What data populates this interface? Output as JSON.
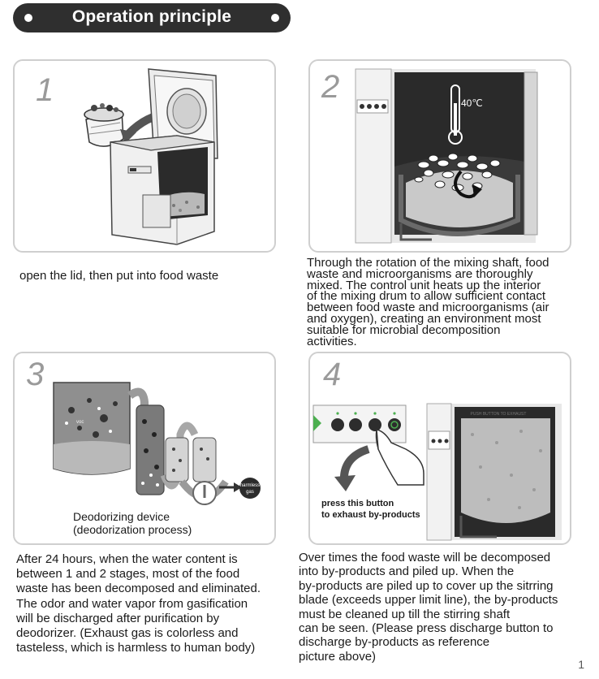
{
  "header": {
    "title": "Operation principle"
  },
  "steps": [
    {
      "number": "1",
      "caption": "open the lid, then  put into food waste"
    },
    {
      "number": "2",
      "temperature": "40℃",
      "caption_lines": [
        "Through the rotation of the mixing shaft, food",
        "waste and microorganisms are thoroughly",
        "mixed. The control unit heats up the interior",
        "of the mixing drum to allow sufficient contact",
        "between food waste and microorganisms (air",
        "and oxygen), creating an environment most",
        "suitable for microbial decomposition",
        "activities."
      ]
    },
    {
      "number": "3",
      "device_label_1": "Deodorizing device",
      "device_label_2": "(deodorization process)",
      "voc_label": "voc",
      "harmless_label_1": "harmless",
      "harmless_label_2": "gas",
      "caption_lines": [
        "After 24 hours, when the water content is",
        "between 1 and 2 stages, most of the food",
        "waste has been decomposed and eliminated.",
        "The odor and water vapor from gasification",
        "will be discharged after purification by",
        "deodorizer. (Exhaust gas is colorless and",
        "tasteless, which is harmless to human body)"
      ]
    },
    {
      "number": "4",
      "button_hint_1": "press this button",
      "button_hint_2": "to exhaust by-products",
      "drum_label": "PUSH BUTTON TO EXHAUST",
      "caption_lines": [
        "Over times the food waste will be decomposed",
        "into by-products and piled up. When the",
        "by-products are piled up to cover up the sitrring",
        "blade (exceeds upper limit line), the by-products",
        "must be cleaned up till the stirring shaft",
        "can be seen. (Please press discharge button to",
        "discharge by-products as reference",
        "picture above)"
      ]
    }
  ],
  "page_number": "1"
}
